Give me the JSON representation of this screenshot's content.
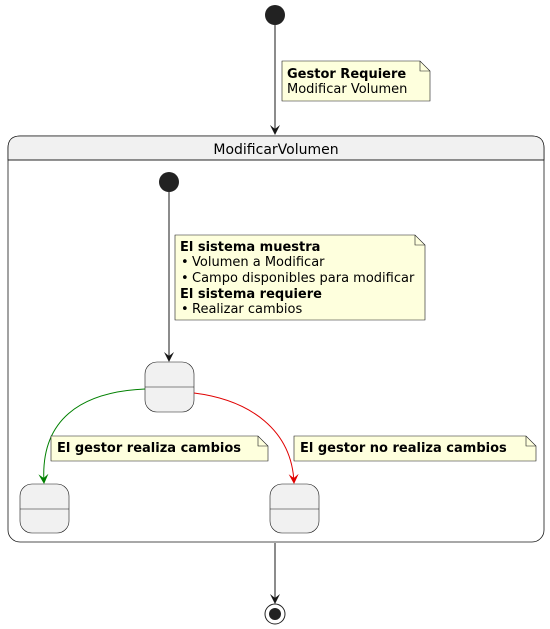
{
  "diagram": {
    "composite_state": {
      "name": "ModificarVolumen"
    },
    "notes": {
      "top": {
        "title": "Gestor Requiere",
        "line": "Modificar Volumen"
      },
      "inner": {
        "heading1": "El sistema muestra",
        "bullets1": [
          "Volumen a Modificar",
          "Campo disponibles para modificar"
        ],
        "heading2": "El sistema requiere",
        "bullets2": [
          "Realizar cambios"
        ],
        "bullet_glyph": "•"
      },
      "left": {
        "text": "El gestor realiza cambios"
      },
      "right": {
        "text": "El gestor no realiza cambios"
      }
    },
    "colors": {
      "line": "#181818",
      "green_transition": "#008000",
      "red_transition": "#E00000",
      "note_fill": "#FEFFDD",
      "state_fill": "#F1F1F1"
    }
  }
}
